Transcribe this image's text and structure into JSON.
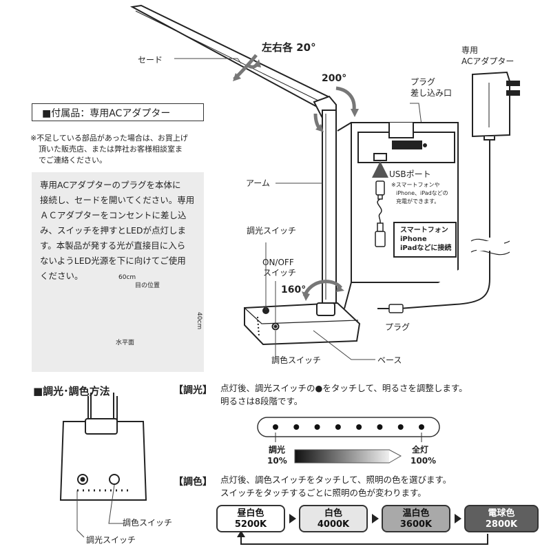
{
  "labels": {
    "shade": "セード",
    "rotate_shade": "左右各 20°",
    "rotate_arm": "200°",
    "rotate_base": "160°",
    "arm": "アーム",
    "dimmer_switch": "調光スイッチ",
    "power_switch_1": "ON/OFF",
    "power_switch_2": "スイッチ",
    "color_switch": "調色スイッチ",
    "base": "ベース",
    "plug_port_1": "プラグ",
    "plug_port_2": "差し込み口",
    "usb_port": "USBポート",
    "usb_note_1": "※スマートフォンや",
    "usb_note_2": "iPhone、iPadなどの",
    "usb_note_3": "充電ができます。",
    "smartphone_box_1": "スマートフォン",
    "smartphone_box_2": "iPhone",
    "smartphone_box_3": "iPadなどに接続",
    "adapter_1": "専用",
    "adapter_2": "ACアダプター",
    "plug": "プラグ"
  },
  "accessory": {
    "title": "■付属品：専用ACアダプター",
    "missing_1": "※不足している部品があった場合は、お買上げ",
    "missing_2": "頂いた販売店、または弊社お客様相談室ま",
    "missing_3": "でご連絡ください。"
  },
  "instructions": [
    "専用ACアダプターのプラグを本体に",
    "接続し、セードを開いてください。専用",
    "ＡＣアダプターをコンセントに差し込",
    "み、スイッチを押すとLEDが点灯しま",
    "す。本製品が発する光が直接目に入ら",
    "ないようLED光源を下に向けてご使用",
    "ください。"
  ],
  "dimensions": {
    "width": "60cm",
    "eye_position": "目の位置",
    "height": "40cm",
    "horizontal": "水平面"
  },
  "method": {
    "title": "■調光･調色方法",
    "color_switch": "調色スイッチ",
    "dimmer_switch": "調光スイッチ"
  },
  "dimming": {
    "tag": "【調光】",
    "line1": "点灯後、調光スイッチの●をタッチして、明るさを調整します。",
    "line2": "明るさは8段階です。",
    "dots": 8,
    "min_label": "調光",
    "min_value": "10%",
    "max_label": "全灯",
    "max_value": "100%"
  },
  "color": {
    "tag": "【調色】",
    "line1": "点灯後、調色スイッチをタッチして、照明の色を選びます。",
    "line2": "スイッチをタッチするごとに照明の色が変わります。",
    "steps": [
      {
        "name": "昼白色",
        "temp": "5200K",
        "bg": "#ffffff",
        "fg": "#111111"
      },
      {
        "name": "白色",
        "temp": "4000K",
        "bg": "#e6e6e6",
        "fg": "#111111"
      },
      {
        "name": "温白色",
        "temp": "3600K",
        "bg": "#a9a9a9",
        "fg": "#111111"
      },
      {
        "name": "電球色",
        "temp": "2800K",
        "bg": "#5f5f5f",
        "fg": "#ffffff"
      }
    ]
  }
}
